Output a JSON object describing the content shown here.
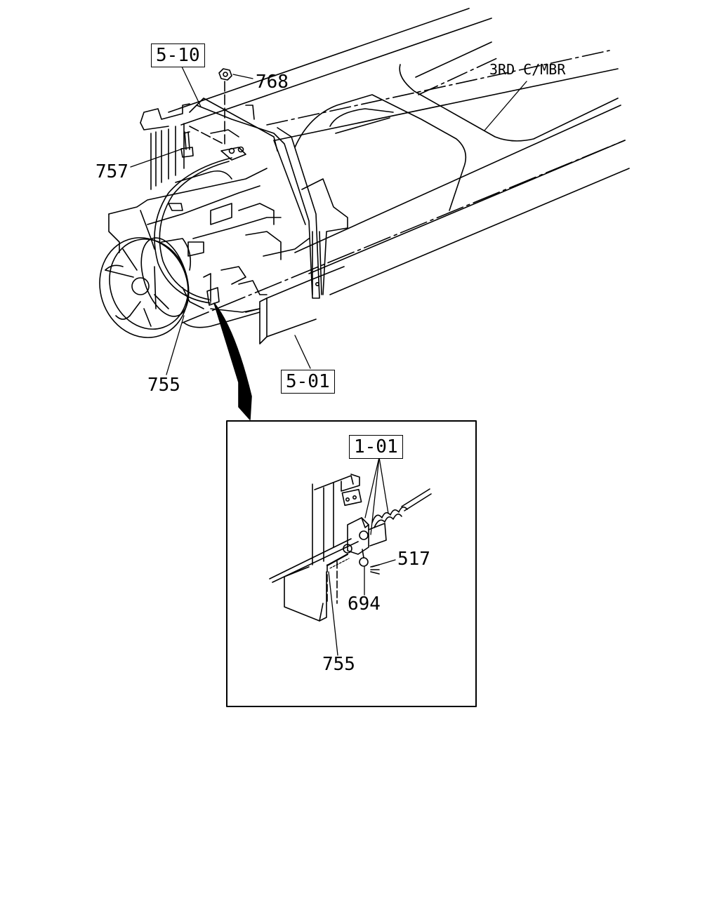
{
  "colors": {
    "line": "#000000",
    "background": "#ffffff"
  },
  "refs": {
    "r510": "5-10",
    "r501": "5-01",
    "r101": "1-01"
  },
  "parts": {
    "p768": "768",
    "p757": "757",
    "p755_main": "755",
    "p517": "517",
    "p694": "694",
    "p755_detail": "755"
  },
  "notes": {
    "third_crossmember": "3RD C/MBR"
  },
  "icons": {
    "fan": "radiator-fan-icon",
    "arrow": "detail-pointer-arrow-icon"
  }
}
